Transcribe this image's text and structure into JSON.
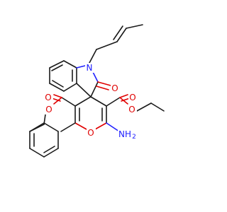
{
  "atoms": {
    "n_indole": "N",
    "o_lactam": "O",
    "o_ester_left_carbonyl": "O",
    "o_ester_left_ether": "O",
    "o_ester_right_carbonyl": "O",
    "o_ester_right_ether": "O",
    "o_pyran": "O",
    "nh2": "NH",
    "nh2_sub": "2"
  },
  "colors": {
    "bond": "#1a1a1a",
    "oxygen": "#e00000",
    "nitrogen": "#2020ff",
    "background": "#ffffff"
  }
}
